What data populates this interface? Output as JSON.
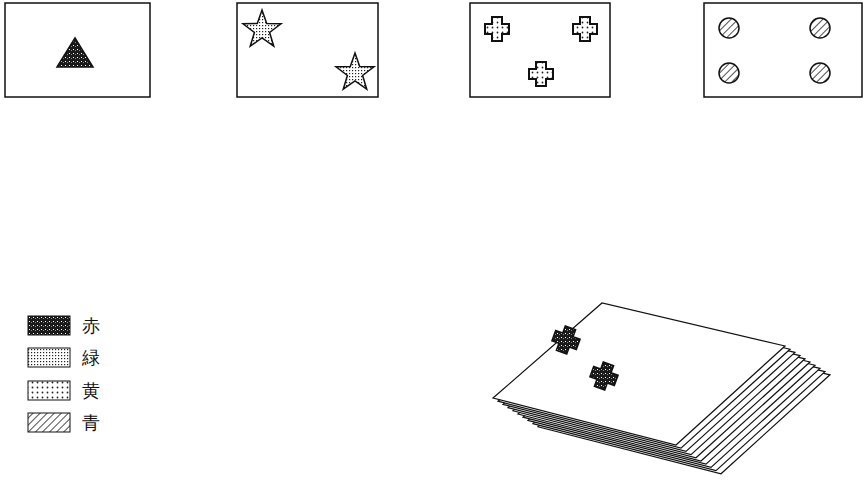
{
  "diagram": {
    "legend": [
      {
        "text": "赤"
      },
      {
        "text": "緑"
      },
      {
        "text": "黄"
      },
      {
        "text": "青"
      }
    ]
  }
}
